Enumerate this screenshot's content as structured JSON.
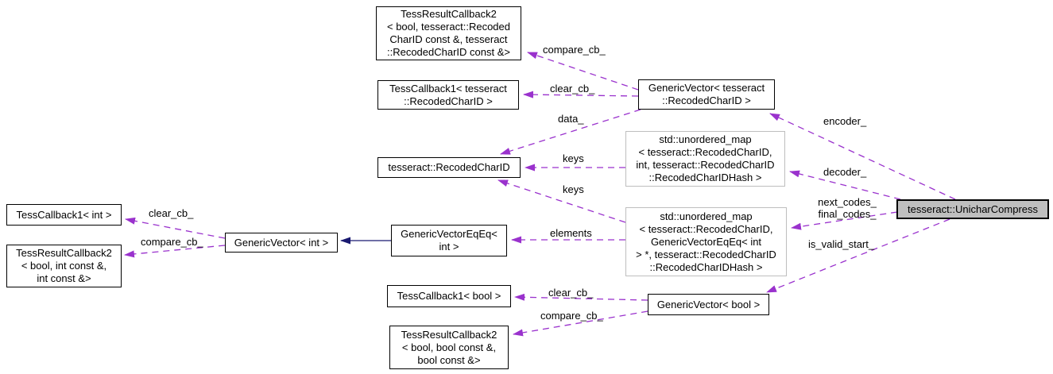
{
  "diagram": {
    "type": "collaboration-graph",
    "nodes": [
      {
        "id": "tessresultcallback2-recodedcharid",
        "label": "TessResultCallback2\n< bool, tesseract::Recoded\nCharID const &, tesseract\n::RecodedCharID const &>"
      },
      {
        "id": "tesscallback1-recodedcharid",
        "label": "TessCallback1< tesseract\n::RecodedCharID >"
      },
      {
        "id": "genericvector-recodedcharid",
        "label": "GenericVector< tesseract\n::RecodedCharID >"
      },
      {
        "id": "tesseract-recodedcharid",
        "label": "tesseract::RecodedCharID"
      },
      {
        "id": "unordered-map-int",
        "label": "std::unordered_map\n< tesseract::RecodedCharID,\nint, tesseract::RecodedCharID\n::RecodedCharIDHash >"
      },
      {
        "id": "unordered-map-genericvectoreqeq",
        "label": "std::unordered_map\n< tesseract::RecodedCharID,\nGenericVectorEqEq< int\n> *, tesseract::RecodedCharID\n::RecodedCharIDHash >"
      },
      {
        "id": "tesseract-unicharcompress",
        "label": "tesseract::UnicharCompress"
      },
      {
        "id": "tesscallback1-int",
        "label": "TessCallback1< int >"
      },
      {
        "id": "tessresultcallback2-int",
        "label": "TessResultCallback2\n< bool, int const &,\nint const &>"
      },
      {
        "id": "genericvector-int",
        "label": "GenericVector< int >"
      },
      {
        "id": "genericvectoreqeq-int",
        "label": "GenericVectorEqEq<\nint >"
      },
      {
        "id": "tesscallback1-bool",
        "label": "TessCallback1< bool >"
      },
      {
        "id": "genericvector-bool",
        "label": "GenericVector< bool >"
      },
      {
        "id": "tessresultcallback2-bool",
        "label": "TessResultCallback2\n< bool, bool const &,\nbool const &>"
      }
    ],
    "edge_labels": [
      {
        "id": "compare-cb-top",
        "text": "compare_cb_"
      },
      {
        "id": "clear-cb-top",
        "text": "clear_cb_"
      },
      {
        "id": "data",
        "text": "data_"
      },
      {
        "id": "keys-1",
        "text": "keys"
      },
      {
        "id": "keys-2",
        "text": "keys"
      },
      {
        "id": "encoder",
        "text": "encoder_"
      },
      {
        "id": "decoder",
        "text": "decoder_"
      },
      {
        "id": "next-final-codes",
        "text": "next_codes_\nfinal_codes_"
      },
      {
        "id": "is-valid-start",
        "text": "is_valid_start_"
      },
      {
        "id": "clear-cb-left",
        "text": "clear_cb_"
      },
      {
        "id": "compare-cb-left",
        "text": "compare_cb_"
      },
      {
        "id": "elements",
        "text": "elements"
      },
      {
        "id": "clear-cb-bottom",
        "text": "clear_cb_"
      },
      {
        "id": "compare-cb-bottom",
        "text": "compare_cb_"
      }
    ],
    "colors": {
      "usage_edge": "#9a32cd",
      "inheritance_edge": "#191970",
      "main_node_fill": "#bfbfbf",
      "undocumented_border": "#bebebe"
    }
  }
}
